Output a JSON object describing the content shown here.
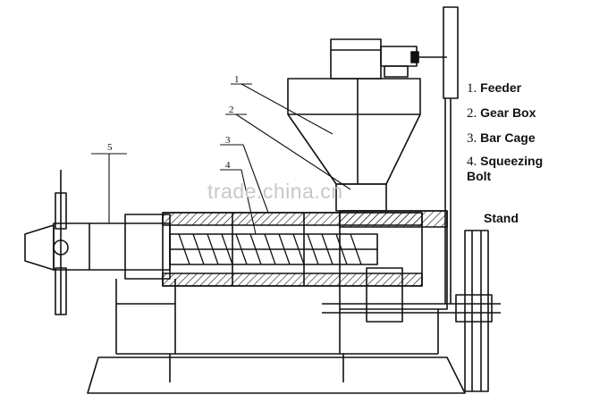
{
  "watermark": "trade.china.cn",
  "legend": [
    {
      "num": "1.",
      "label": "Feeder"
    },
    {
      "num": "2.",
      "label": "Gear Box"
    },
    {
      "num": "3.",
      "label": "Bar Cage"
    },
    {
      "num": "4.",
      "label": "Squeezing Bolt"
    },
    {
      "num": "",
      "label": "Stand"
    }
  ],
  "callouts": [
    "1",
    "2",
    "3",
    "4",
    "5"
  ],
  "colors": {
    "ink": "#111111",
    "watermark": "#c8c8c8"
  }
}
